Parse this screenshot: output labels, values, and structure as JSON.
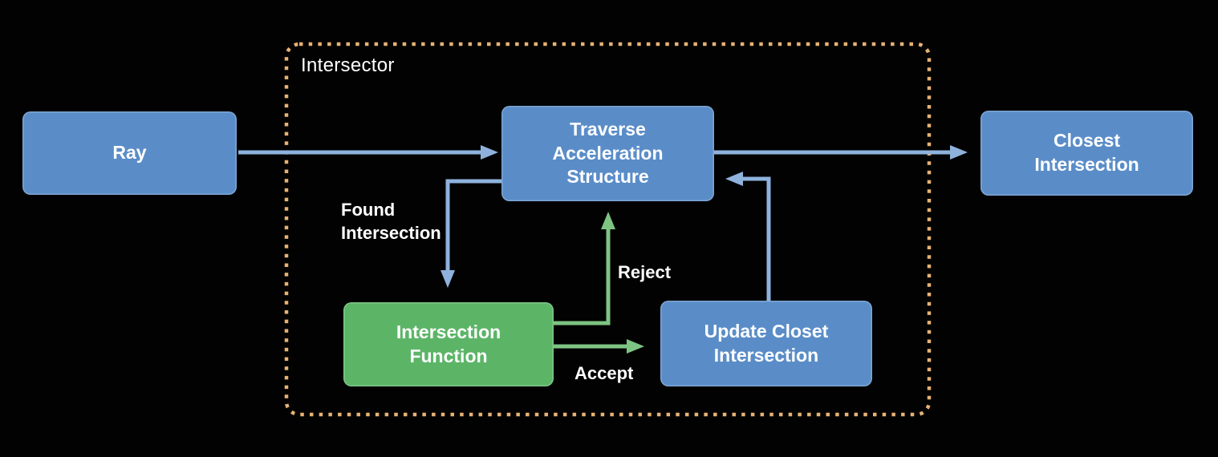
{
  "diagram": {
    "group_label": "Intersector",
    "nodes": {
      "ray": "Ray",
      "traverse": "Traverse\nAcceleration\nStructure",
      "intersection_function": "Intersection\nFunction",
      "update_closest": "Update Closet\nIntersection",
      "closest_intersection": "Closest\nIntersection"
    },
    "edge_labels": {
      "found": "Found\nIntersection",
      "reject": "Reject",
      "accept": "Accept"
    }
  },
  "colors": {
    "background": "#020202",
    "text": "#ffffff",
    "node_blue": "#5a8dc8",
    "node_green": "#5cb567",
    "arrow_blue": "#8fb2dd",
    "arrow_green": "#7dc482",
    "border_orange": "#e6b273"
  }
}
